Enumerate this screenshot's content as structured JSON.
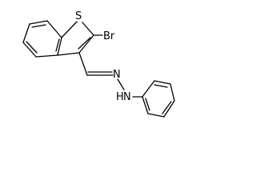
{
  "molecule": {
    "atoms": {
      "sulfur": "S",
      "bromine": "Br",
      "imine_nitrogen": "N",
      "amine_nitrogen": "N",
      "amine_hydrogen": "H"
    }
  }
}
